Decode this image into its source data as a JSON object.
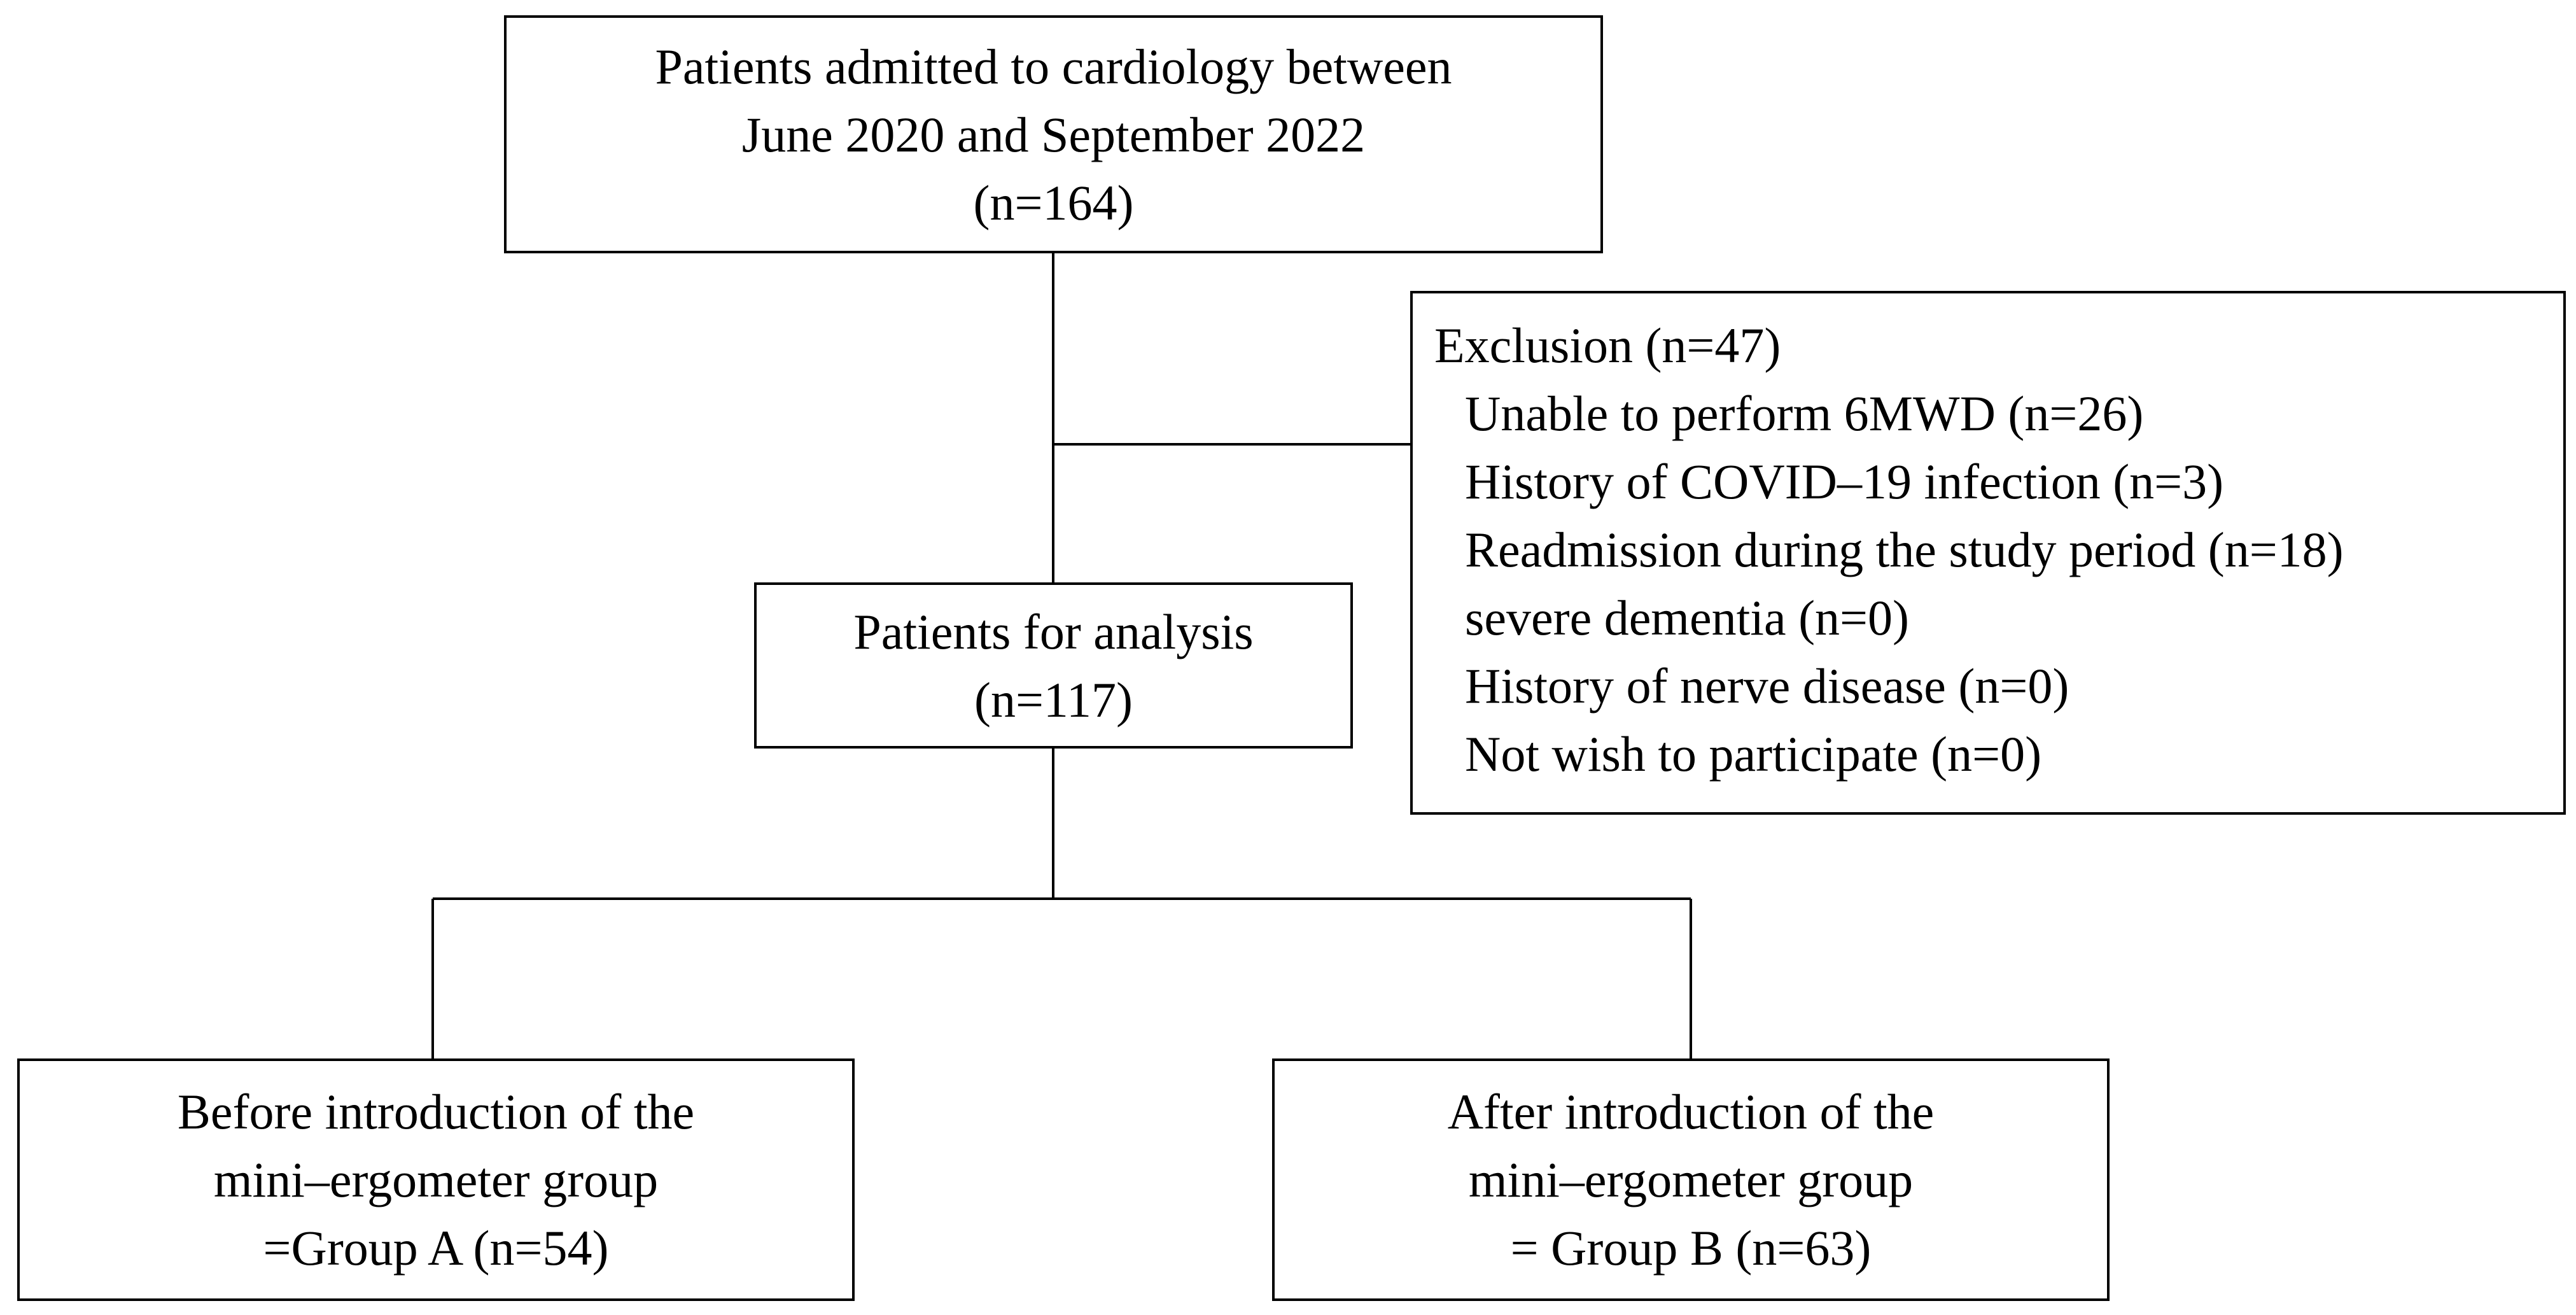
{
  "flowchart": {
    "enrollment": {
      "lines": [
        "Patients admitted to cardiology between",
        "June 2020 and September 2022",
        "(n=164)"
      ]
    },
    "exclusion": {
      "title": "Exclusion (n=47)",
      "items": [
        "Unable to perform 6MWD (n=26)",
        "History of COVID–19 infection (n=3)",
        "Readmission during the study period (n=18)",
        "severe dementia (n=0)",
        "History of nerve disease (n=0)",
        "Not wish to participate (n=0)"
      ]
    },
    "analysis": {
      "lines": [
        "Patients for analysis",
        "(n=117)"
      ]
    },
    "group_a": {
      "lines": [
        "Before introduction of the",
        "mini–ergometer group",
        "=Group A (n=54)"
      ]
    },
    "group_b": {
      "lines": [
        "After introduction of the",
        "mini–ergometer group",
        "= Group B (n=63)"
      ]
    }
  }
}
